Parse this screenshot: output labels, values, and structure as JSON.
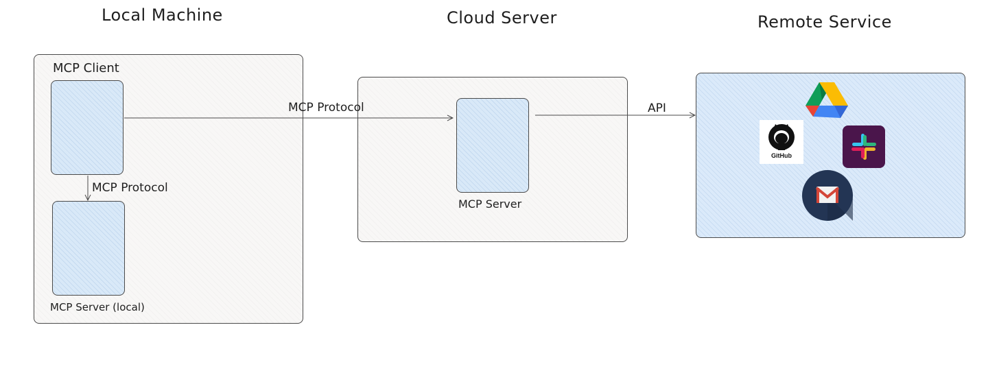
{
  "titles": {
    "local": "Local Machine",
    "cloud": "Cloud Server",
    "remote": "Remote Service"
  },
  "nodes": {
    "mcp_client": "MCP Client",
    "mcp_server_local": "MCP Server (local)",
    "mcp_server": "MCP Server"
  },
  "edges": {
    "client_to_cloud": "MCP Protocol",
    "client_to_local": "MCP Protocol",
    "server_to_remote": "API"
  },
  "services": {
    "github_label": "GitHub"
  },
  "colors": {
    "panel_gray": "#f8f7f6",
    "panel_blue": "#dbeafa",
    "node_blue": "#d9e9f8",
    "stroke": "#4a4a4a"
  }
}
